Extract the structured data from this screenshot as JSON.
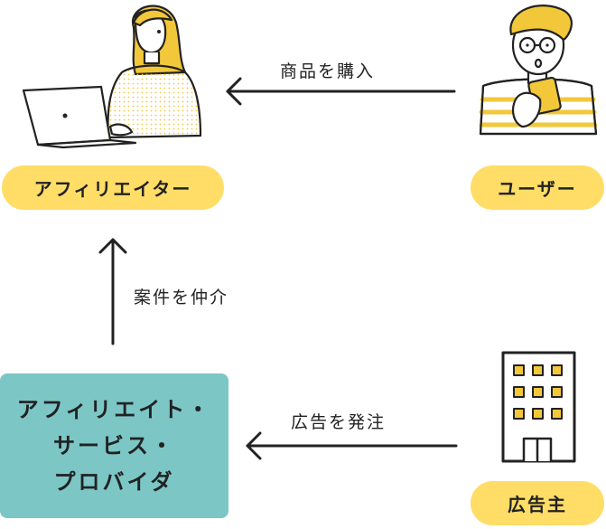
{
  "nodes": {
    "affiliate": {
      "label": "アフィリエイター"
    },
    "user": {
      "label": "ユーザー"
    },
    "provider": {
      "lines": [
        "アフィリエイト・",
        "サービス・",
        "プロバイダ"
      ]
    },
    "advertiser": {
      "label": "広告主"
    }
  },
  "edges": {
    "purchase": {
      "label": "商品を購入"
    },
    "mediate": {
      "label": "案件を仲介"
    },
    "order": {
      "label": "広告を発注"
    }
  },
  "colors": {
    "pill": "#FFDD66",
    "provider": "#7CC6C6",
    "ink": "#222222",
    "hair": "#F2C83A",
    "skin": "#FFFFFF"
  },
  "icons": [
    "woman-laptop-icon",
    "man-phone-icon",
    "building-icon"
  ]
}
